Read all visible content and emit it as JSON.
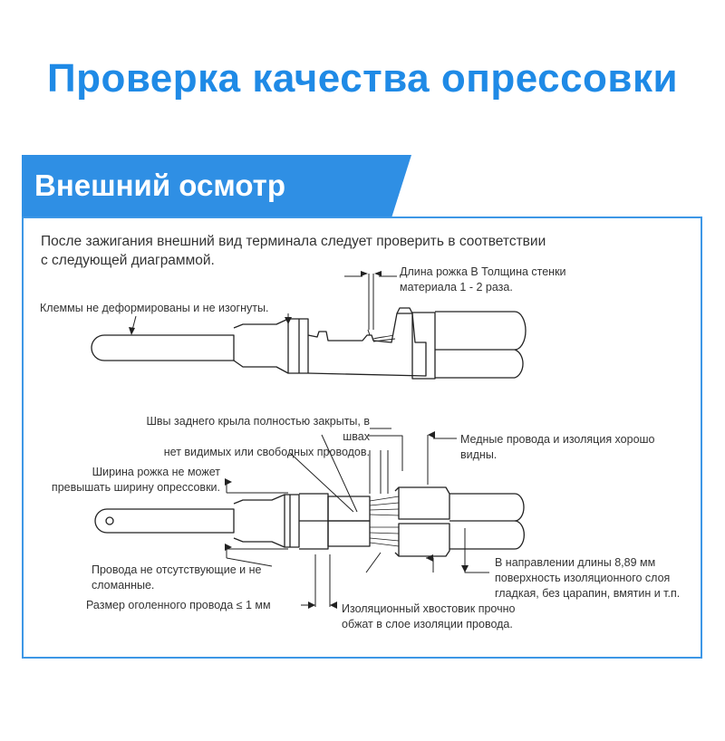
{
  "page": {
    "title": "Проверка качества опрессовки",
    "section_title": "Внешний осмотр",
    "intro_lines": [
      "После зажигания внешний вид терминала следует проверить в соответствии",
      "с следующей диаграммой."
    ]
  },
  "labels": {
    "terminals_not_deformed": "Клеммы не деформированы и не изогнуты.",
    "barrel_length_line1": "Длина рожка В Толщина стенки",
    "barrel_length_line2": "материала 1 - 2 раза.",
    "seams_line1": "Швы заднего крыла полностью закрыты, в швах",
    "seams_line2": "нет видимых или свободных проводов.",
    "copper_visible_line1": "Медные провода и изоляция хорошо",
    "copper_visible_line2": "видны.",
    "width_line1": "Ширина рожка не может",
    "width_line2": "превышать ширину опрессовки.",
    "wires_line1": "Провода не отсутствующие и не",
    "wires_line2": "сломанные.",
    "bare_wire": "Размер оголенного провода ≤ 1 мм",
    "insulation_tail_line1": "Изоляционный хвостовик прочно",
    "insulation_tail_line2": "обжат в слое изоляции провода.",
    "surface_line1": "В направлении длины 8,89 мм",
    "surface_line2": "поверхность изоляционного слоя",
    "surface_line3": "гладкая, без царапин, вмятин и т.п."
  },
  "colors": {
    "title_blue": "#1f8ae6",
    "banner_blue": "#2f8fe4",
    "frame_blue": "#3d97e6"
  }
}
